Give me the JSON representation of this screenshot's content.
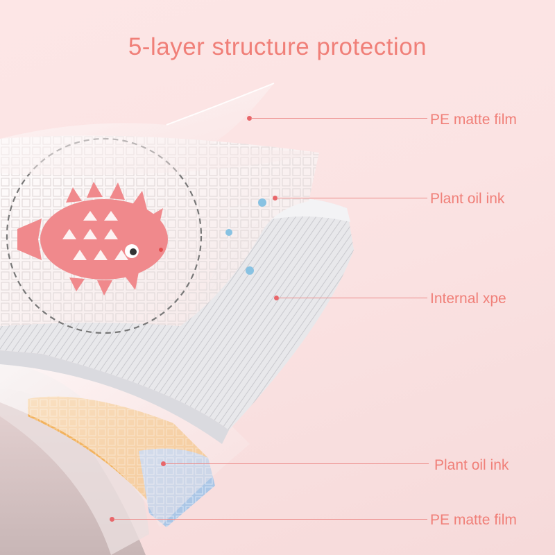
{
  "title": "5-layer structure protection",
  "layers": [
    {
      "label": "PE matte film"
    },
    {
      "label": "Plant oil ink"
    },
    {
      "label": "Internal xpe"
    },
    {
      "label": "Plant oil ink"
    },
    {
      "label": "PE matte film"
    }
  ],
  "colors": {
    "accent": "#f07f78",
    "background": "#fbe3e3",
    "fish": "#f0898c",
    "blue_pattern": "#aac6e6",
    "orange_pattern": "#f2b25e"
  }
}
